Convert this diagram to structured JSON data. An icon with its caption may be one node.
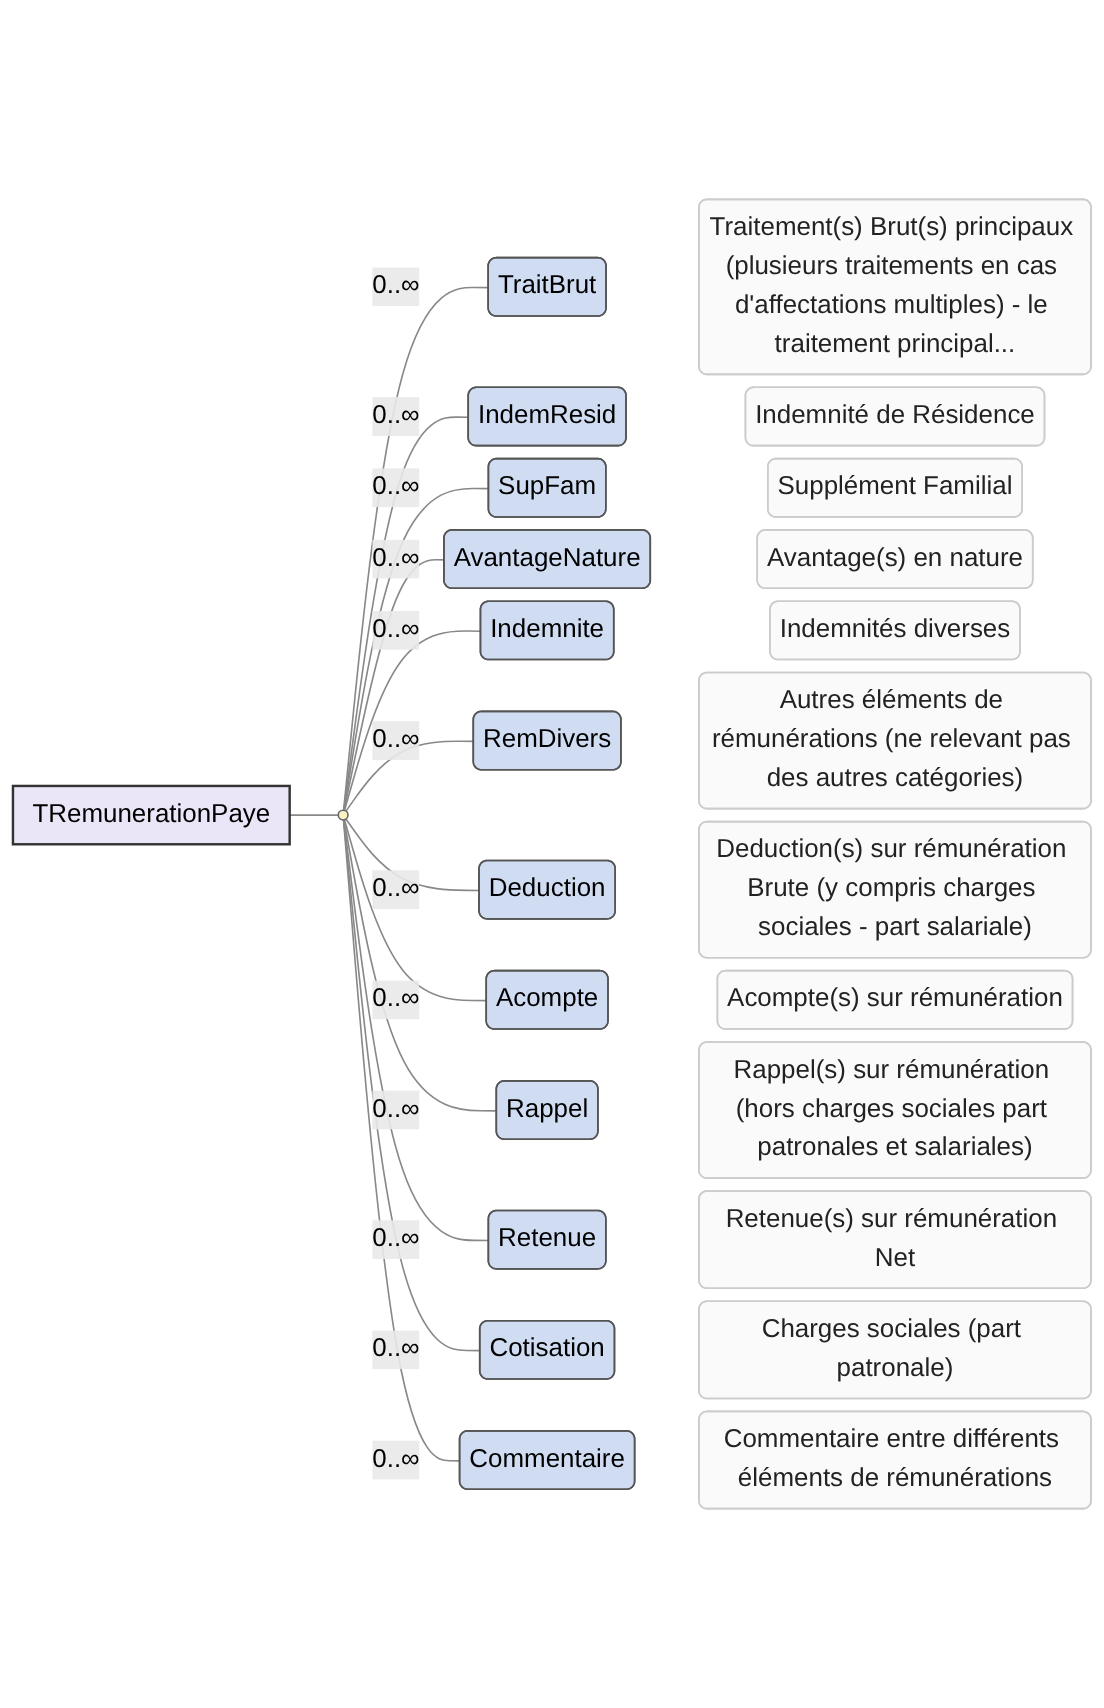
{
  "diagram": {
    "nodes": [
      {
        "text": [
          "TRemunerationPaye"
        ]
      },
      {
        "text": [],
        "shape": "circle"
      },
      {
        "text": [
          "TraitBrut"
        ]
      },
      {
        "text": [
          "Traitement(s) Brut(s) principaux (plusieurs traitements en cas d'affectations multiples) - le traitement principal..."
        ]
      },
      {
        "text": [
          "IndemResid"
        ]
      },
      {
        "text": [
          "Indemnité de Résidence"
        ]
      },
      {
        "text": [
          "SupFam"
        ]
      },
      {
        "text": [
          "Supplément Familial"
        ]
      },
      {
        "text": [
          "AvantageNature"
        ]
      },
      {
        "text": [
          "Avantage(s) en nature"
        ]
      },
      {
        "text": [
          "Indemnite"
        ]
      },
      {
        "text": [
          "Indemnités diverses"
        ]
      },
      {
        "text": [
          "RemDivers"
        ]
      },
      {
        "text": [
          "Autres éléments de rémunérations (ne relevant pas des autres catégories)"
        ]
      },
      {
        "text": [
          "Deduction"
        ]
      },
      {
        "text": [
          "Deduction(s) sur rémunération Brute (y compris charges sociales - part salariale)"
        ]
      },
      {
        "text": [
          "Acompte"
        ]
      },
      {
        "text": [
          "Acompte(s) sur rémunération"
        ]
      },
      {
        "text": [
          "Rappel"
        ]
      },
      {
        "text": [
          "Rappel(s) sur rémunération (hors charges sociales part patronales et salariales)"
        ]
      },
      {
        "text": [
          "Retenue"
        ]
      },
      {
        "text": [
          "Retenue(s) sur rémunération Net"
        ]
      },
      {
        "text": [
          "Cotisation"
        ]
      },
      {
        "text": [
          "Charges sociales (part patronale)"
        ]
      },
      {
        "text": [
          "Commentaire"
        ]
      },
      {
        "text": [
          "Commentaire entre différents éléments de rémunérations"
        ]
      }
    ],
    "edges": [
      {
        "from": 0,
        "to": 1,
        "arrow": "none"
      },
      {
        "from": 1,
        "to": 2,
        "arrow": "none",
        "label": "0..∞"
      },
      {
        "from": 1,
        "to": 4,
        "arrow": "none",
        "label": "0..∞"
      },
      {
        "from": 1,
        "to": 6,
        "arrow": "none",
        "label": "0..∞"
      },
      {
        "from": 1,
        "to": 8,
        "arrow": "none",
        "label": "0..∞"
      },
      {
        "from": 1,
        "to": 10,
        "arrow": "none",
        "label": "0..∞"
      },
      {
        "from": 1,
        "to": 12,
        "arrow": "none",
        "label": "0..∞"
      },
      {
        "from": 1,
        "to": 14,
        "arrow": "none",
        "label": "0..∞"
      },
      {
        "from": 1,
        "to": 16,
        "arrow": "none",
        "label": "0..∞"
      },
      {
        "from": 1,
        "to": 18,
        "arrow": "none",
        "label": "0..∞"
      },
      {
        "from": 1,
        "to": 20,
        "arrow": "none",
        "label": "0..∞"
      },
      {
        "from": 1,
        "to": 22,
        "arrow": "none",
        "label": "0..∞"
      },
      {
        "from": 1,
        "to": 24,
        "arrow": "none",
        "label": "0..∞"
      }
    ]
  }
}
